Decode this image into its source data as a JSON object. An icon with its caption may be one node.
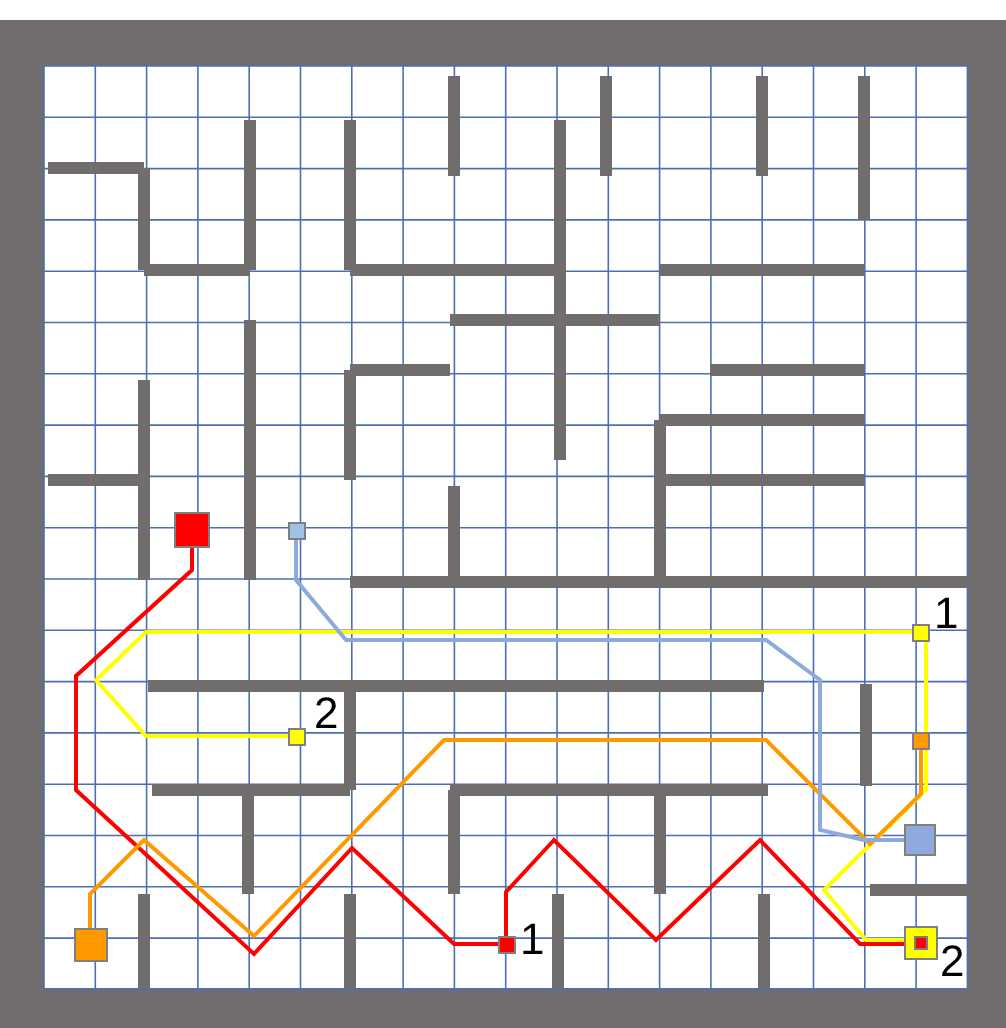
{
  "diagram": {
    "nodes": [
      {
        "text": [],
        "shape": "box"
      },
      {
        "text": [],
        "shape": "box"
      },
      {
        "text": [],
        "shape": "box",
        "beside": [
          "1"
        ]
      },
      {
        "text": [],
        "shape": "box",
        "beside": [
          "2"
        ]
      },
      {
        "text": [],
        "shape": "box"
      },
      {
        "text": [],
        "shape": "box"
      },
      {
        "text": [],
        "shape": "box"
      },
      {
        "text": [],
        "shape": "box",
        "beside": [
          "1"
        ]
      },
      {
        "text": [],
        "shape": "box",
        "beside": [
          "2"
        ]
      },
      {
        "text": [],
        "shape": "box",
        "in": 8
      }
    ],
    "edges": [
      {
        "from": 0,
        "to": 7,
        "arrow": "none",
        "color": "#ff0000"
      },
      {
        "from": 7,
        "to": 9,
        "arrow": "none",
        "color": "#ff0000"
      },
      {
        "from": 2,
        "to": 3,
        "arrow": "none",
        "color": "#ffff00"
      },
      {
        "from": 2,
        "to": 8,
        "arrow": "none",
        "color": "#ffff00"
      },
      {
        "from": 6,
        "to": 4,
        "arrow": "none",
        "color": "#ff9900"
      },
      {
        "from": 1,
        "to": 5,
        "arrow": "none",
        "color": "#8eaadb"
      }
    ]
  }
}
